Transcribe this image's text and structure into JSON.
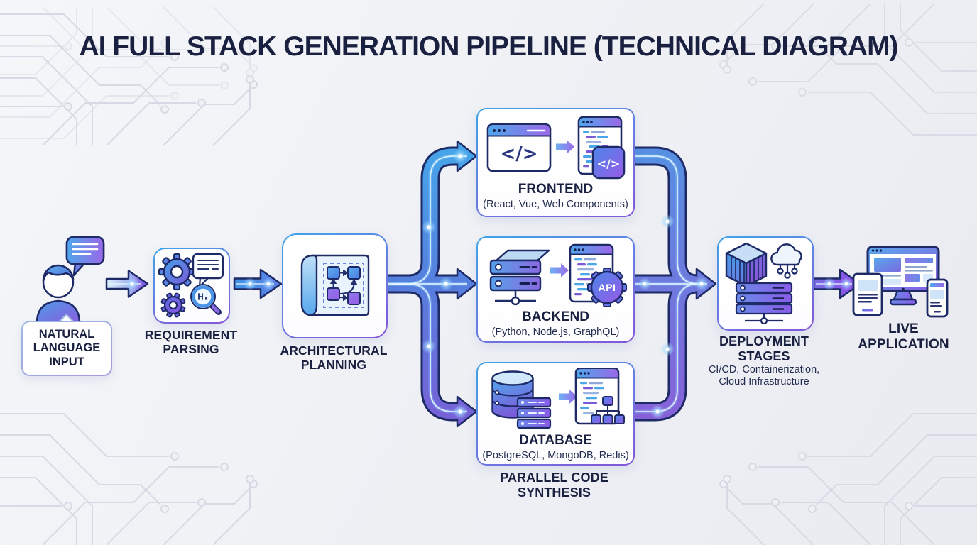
{
  "title": "AI FULL STACK GENERATION PIPELINE (TECHNICAL DIAGRAM)",
  "colors": {
    "outline_navy": "#1d2a66",
    "text_navy": "#1a2040",
    "accent_blue": "#45a9ea",
    "accent_purple": "#8a5ce8",
    "background": "#eff1f5"
  },
  "nodes": {
    "natural_language_input": {
      "line1": "NATURAL",
      "line2": "LANGUAGE",
      "line3": "INPUT",
      "icons": [
        "user-icon",
        "speech-bubble-icon"
      ]
    },
    "requirement_parsing": {
      "line1": "REQUIREMENT",
      "line2": "PARSING",
      "icons": [
        "gear-icon",
        "chat-document-icon",
        "small-gear-icon",
        "magnifier-icon"
      ]
    },
    "architectural_planning": {
      "line1": "ARCHITECTURAL",
      "line2": "PLANNING",
      "icons": [
        "blueprint-flowchart-icon"
      ]
    },
    "frontend": {
      "title": "FRONTEND",
      "subtitle": "(React, Vue, Web Components)",
      "code_glyph": "</>",
      "icons": [
        "browser-code-icon",
        "arrow-icon",
        "code-window-icon",
        "code-badge-icon"
      ]
    },
    "backend": {
      "title": "BACKEND",
      "subtitle": "(Python, Node.js, GraphQL)",
      "api_label": "API",
      "icons": [
        "server-stack-icon",
        "arrow-icon",
        "code-window-icon",
        "api-gear-icon"
      ]
    },
    "database": {
      "title": "DATABASE",
      "subtitle": "(PostgreSQL, MongoDB, Redis)",
      "icons": [
        "database-cylinder-icon",
        "server-rack-icon",
        "arrow-icon",
        "code-window-icon",
        "schema-tree-icon"
      ]
    },
    "parallel_code_synthesis": {
      "line1": "PARALLEL CODE",
      "line2": "SYNTHESIS"
    },
    "deployment_stages": {
      "line1": "DEPLOYMENT",
      "line2": "STAGES",
      "sub1": "CI/CD, Containerization,",
      "sub2": "Cloud Infrastructure",
      "icons": [
        "container-cube-icon",
        "cloud-network-icon",
        "server-rack-icon"
      ]
    },
    "live_application": {
      "line1": "LIVE",
      "line2": "APPLICATION",
      "icons": [
        "monitor-icon",
        "tablet-icon",
        "phone-icon"
      ]
    }
  }
}
